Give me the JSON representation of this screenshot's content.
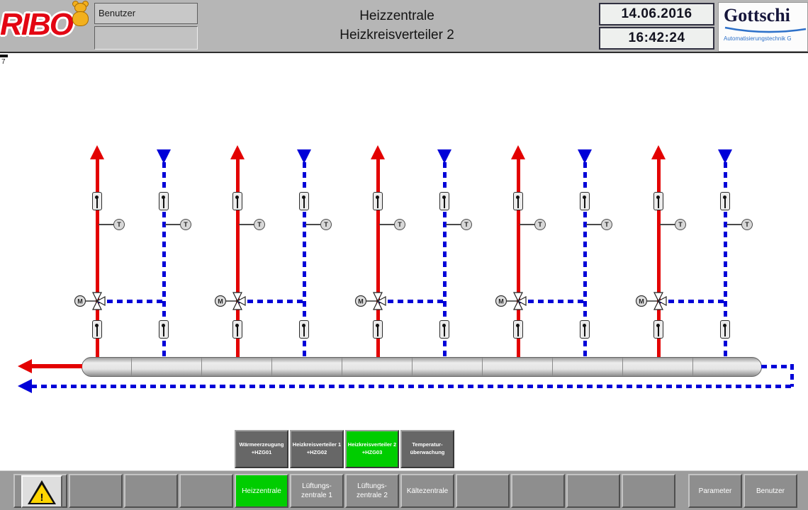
{
  "colors": {
    "supply_red": "#e30000",
    "return_blue": "#0000d8",
    "active_green": "#00cd00",
    "vendor_blue": "#2e71c9",
    "alarm_yellow": "#ffd500"
  },
  "header": {
    "logo_text": "RIBO",
    "user_label": "Benutzer",
    "title_line1": "Heizzentrale",
    "title_line2": "Heizkreisverteiler 2",
    "date": "14.06.2016",
    "time": "16:42:24",
    "vendor_name": "Gottschi",
    "vendor_subtitle": "Automatisierungstechnik G"
  },
  "screen_number": "7",
  "alarm": {
    "icon_text": "!"
  },
  "diagram": {
    "sensor_label": "T",
    "actuator_label": "M",
    "circuit_count": 5
  },
  "screen_tabs": [
    {
      "line1": "Wärmeerzeugung",
      "line2": "+HZG01",
      "active": false
    },
    {
      "line1": "Heizkreisverteiler 1",
      "line2": "+HZG02",
      "active": false
    },
    {
      "line1": "Heizkreisverteiler 2",
      "line2": "+HZG03",
      "active": true
    },
    {
      "line1": "Temperatur-",
      "line2": "überwachung",
      "active": false
    }
  ],
  "bottom_nav": {
    "slots": [
      {},
      {},
      {},
      {},
      {
        "line1": "Heizzentrale",
        "active": true
      },
      {
        "line1": "Lüftungs-",
        "line2": "zentrale 1"
      },
      {
        "line1": "Lüftungs-",
        "line2": "zentrale 2"
      },
      {
        "line1": "Kältezentrale"
      },
      {},
      {},
      {},
      {},
      {
        "line1": "Parameter"
      },
      {
        "line1": "Benutzer"
      }
    ]
  }
}
